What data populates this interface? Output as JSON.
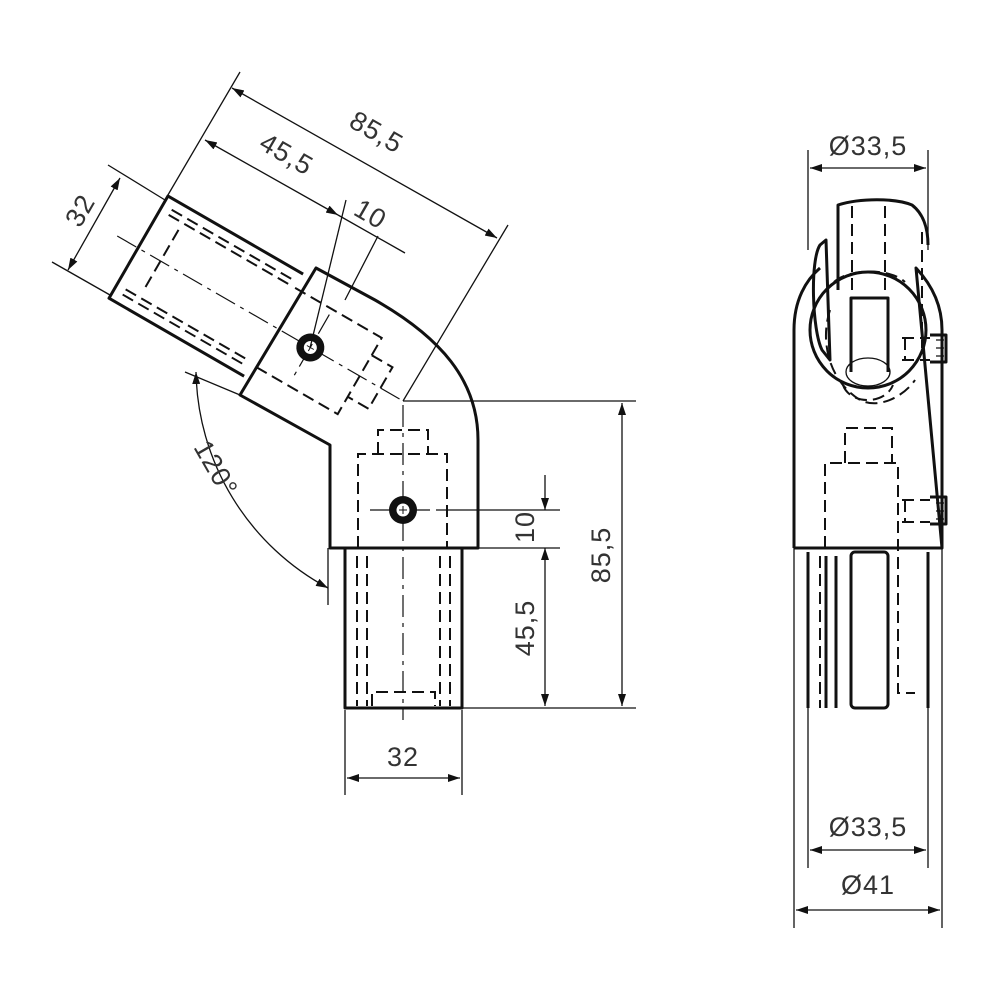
{
  "front_view": {
    "dimensions": {
      "arm_total_length": "85,5",
      "arm_pipe_length": "45,5",
      "arm_screw_offset": "10",
      "arm_pipe_width": "32",
      "angle": "120°",
      "vertical_screw_offset": "10",
      "vertical_pipe_length": "45,5",
      "vertical_total_length": "85,5",
      "vertical_pipe_width": "32"
    }
  },
  "side_view": {
    "dimensions": {
      "top_diameter": "Ø33,5",
      "bottom_inner_diameter": "Ø33,5",
      "outer_diameter": "Ø41"
    }
  },
  "colors": {
    "line": "#111111",
    "text": "#333333"
  }
}
